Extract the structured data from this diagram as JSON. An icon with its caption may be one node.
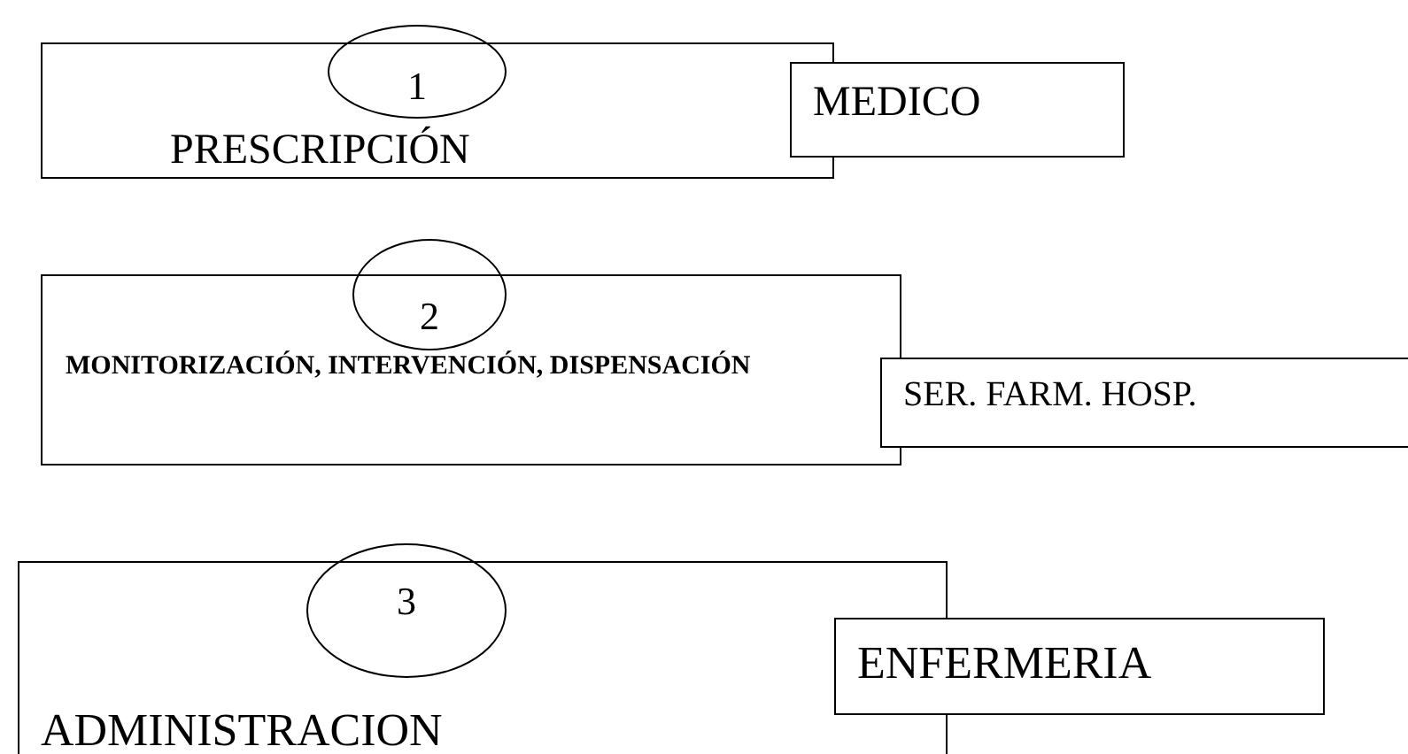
{
  "diagram": {
    "nodes": [
      {
        "text": [
          "1"
        ]
      },
      {
        "text": [
          "PRESCRIPCIÓN"
        ]
      },
      {
        "text": [
          "MEDICO"
        ]
      },
      {
        "text": [
          "2"
        ]
      },
      {
        "text": [
          "MONITORIZACIÓN, INTERVENCIÓN, DISPENSACIÓN"
        ]
      },
      {
        "text": [
          "SER. FARM. HOSP."
        ]
      },
      {
        "text": [
          "3"
        ]
      },
      {
        "text": [
          "ADMINISTRACION"
        ]
      },
      {
        "text": [
          "ENFERMERIA"
        ]
      }
    ]
  }
}
